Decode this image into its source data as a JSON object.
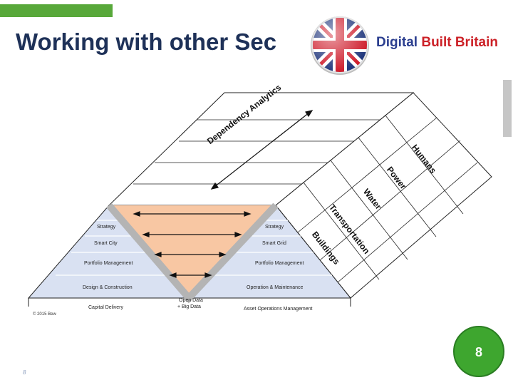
{
  "header": {
    "title": "Working with other Sec",
    "brand_part1": "Digital",
    "brand_part2": "Built Britain"
  },
  "diagram": {
    "left_levels": [
      "Strategy",
      "Smart City",
      "Portfolio Management",
      "Design & Construction",
      "Capital Delivery"
    ],
    "right_levels": [
      "Strategy",
      "Smart Grid",
      "Portfolio Management",
      "Operation & Maintenance",
      "Asset Operations Management"
    ],
    "centre_label_1": "Open Data",
    "centre_label_2": "+ Big Data",
    "copyright": "© 2015 Bew",
    "diagonal_label": "Dependency Analytics",
    "sectors": [
      "Humans",
      "Power",
      "Water",
      "Transportation",
      "Buildings"
    ]
  },
  "colors": {
    "accent_green": "#58a83a",
    "title_navy": "#1e3158",
    "triangle_fill": "#f8c7a3",
    "pyramid_blue": "#d9e1f2",
    "badge_green": "#3ea62f"
  },
  "footer": {
    "badge_number": "8",
    "page_number": "8"
  }
}
